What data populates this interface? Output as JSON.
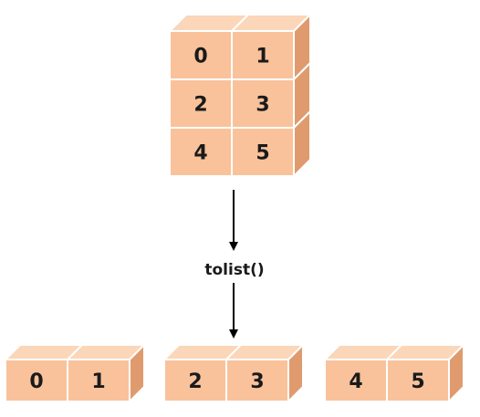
{
  "source_array": {
    "rows": [
      [
        "0",
        "1"
      ],
      [
        "2",
        "3"
      ],
      [
        "4",
        "5"
      ]
    ]
  },
  "operation": {
    "label": "tolist()"
  },
  "result_lists": [
    [
      "0",
      "1"
    ],
    [
      "2",
      "3"
    ],
    [
      "4",
      "5"
    ]
  ],
  "colors": {
    "cube_front": "#f9c29b",
    "cube_top": "#fbd6b8",
    "cube_side": "#df9b6e",
    "cube_edge": "#ffffff",
    "arrow": "#000000"
  }
}
